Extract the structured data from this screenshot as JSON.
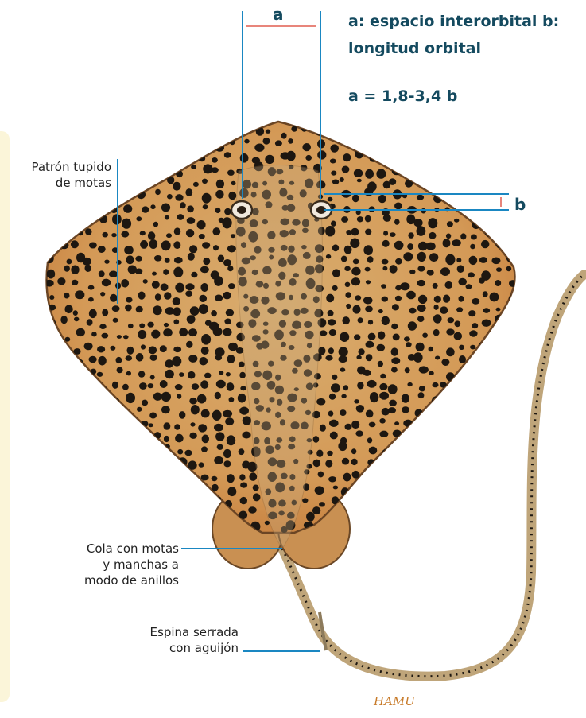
{
  "labels": {
    "a": "a",
    "b": "b",
    "definition": "a: espacio interorbital b: longitud orbital",
    "formula": "a = 1,8-3,4 b",
    "spots_line1": "Patrón tupido",
    "spots_line2": "de motas",
    "tail_line1": "Cola con motas",
    "tail_line2": "y manchas a",
    "tail_line3": "modo de anillos",
    "spine_line1": "Espina serrada",
    "spine_line2": "con aguijón",
    "signature": "HAMU"
  },
  "colors": {
    "leader": "#1a87c2",
    "measure": "#e8857b",
    "title": "#144a5f",
    "body": "#d7a15d",
    "body_edge": "#c27a3a",
    "spot": "#1d1711",
    "panel": "#fbf5d9"
  }
}
